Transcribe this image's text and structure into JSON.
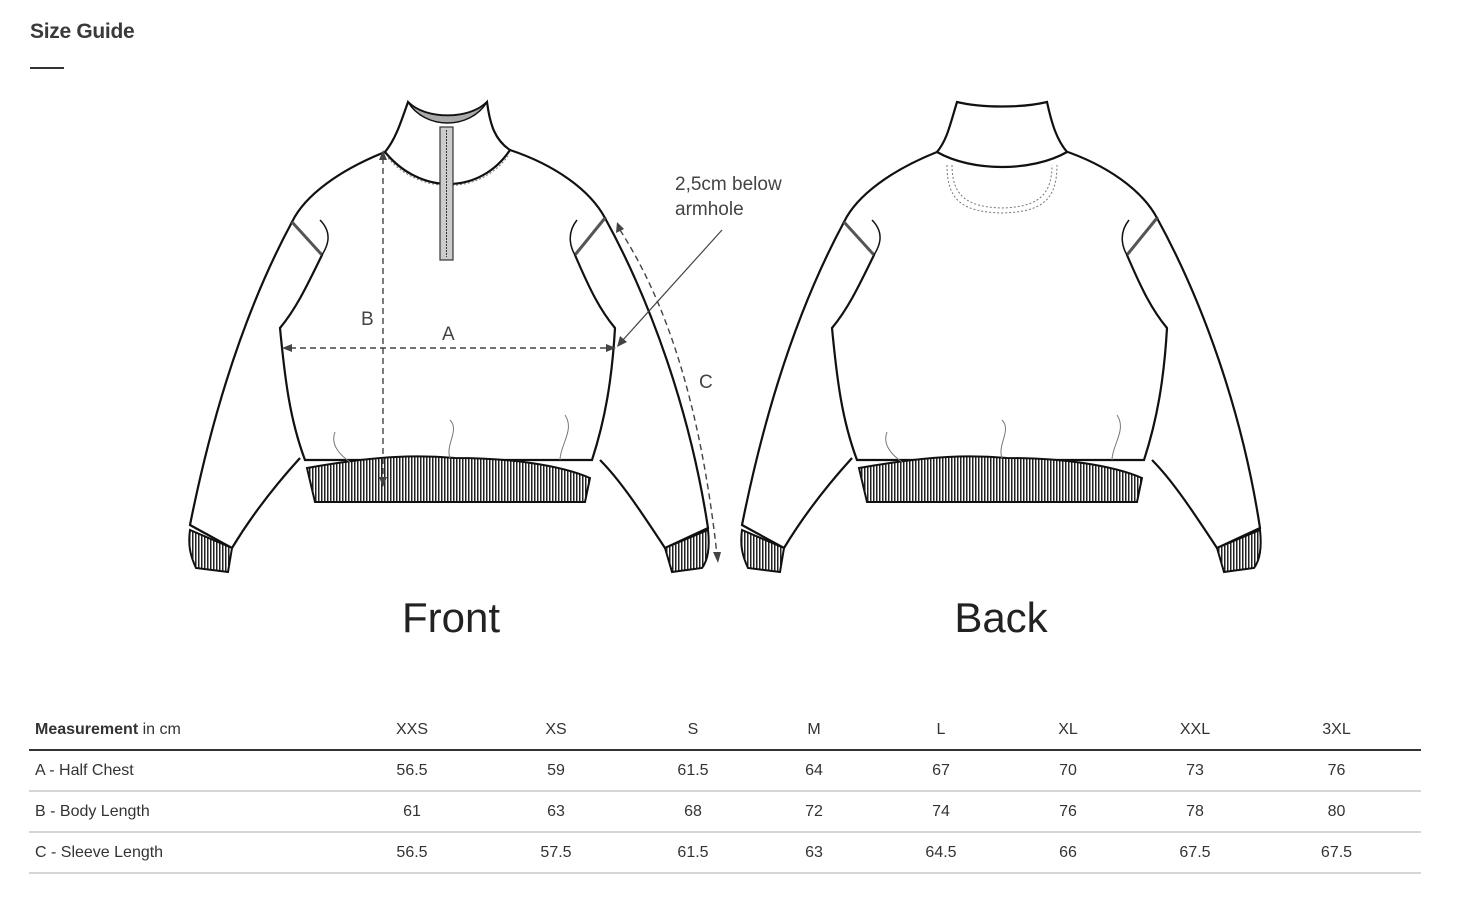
{
  "title": "Size Guide",
  "diagram": {
    "front_label": "Front",
    "back_label": "Back",
    "note_line1": "2,5cm below",
    "note_line2": "armhole",
    "dim_a": "A",
    "dim_b": "B",
    "dim_c": "C"
  },
  "table": {
    "header_bold": "Measurement",
    "header_unit": " in cm",
    "sizes": [
      "XXS",
      "XS",
      "S",
      "M",
      "L",
      "XL",
      "XXL",
      "3XL"
    ],
    "rows": [
      {
        "label": "A - Half Chest",
        "values": [
          "56.5",
          "59",
          "61.5",
          "64",
          "67",
          "70",
          "73",
          "76"
        ]
      },
      {
        "label": "B - Body Length",
        "values": [
          "61",
          "63",
          "68",
          "72",
          "74",
          "76",
          "78",
          "80"
        ]
      },
      {
        "label": "C - Sleeve Length",
        "values": [
          "56.5",
          "57.5",
          "61.5",
          "63",
          "64.5",
          "66",
          "67.5",
          "67.5"
        ]
      }
    ]
  }
}
